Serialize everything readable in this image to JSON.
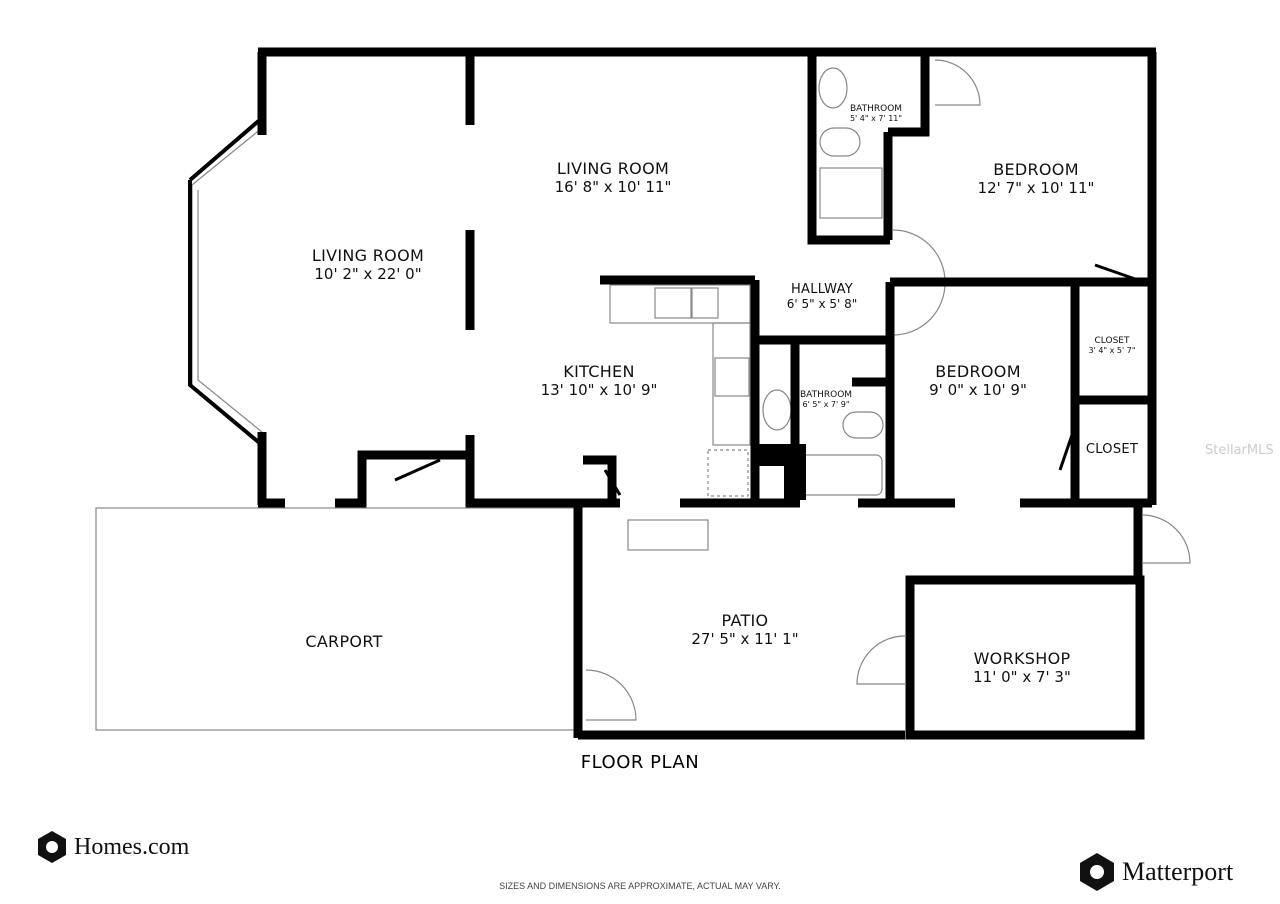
{
  "plan": {
    "title": "FLOOR PLAN",
    "disclaimer": "SIZES AND DIMENSIONS ARE APPROXIMATE, ACTUAL MAY VARY.",
    "watermark": "StellarMLS",
    "rooms": [
      {
        "name": "LIVING ROOM",
        "dims": "10' 2\" x 22' 0\""
      },
      {
        "name": "LIVING ROOM",
        "dims": "16' 8\" x 10' 11\""
      },
      {
        "name": "BATHROOM",
        "dims": "5' 4\" x 7' 11\""
      },
      {
        "name": "BEDROOM",
        "dims": "12' 7\" x 10' 11\""
      },
      {
        "name": "HALLWAY",
        "dims": "6' 5\" x 5' 8\""
      },
      {
        "name": "KITCHEN",
        "dims": "13' 10\" x 10' 9\""
      },
      {
        "name": "BATHROOM",
        "dims": "6' 5\" x 7' 9\""
      },
      {
        "name": "BEDROOM",
        "dims": "9' 0\" x 10' 9\""
      },
      {
        "name": "CLOSET",
        "dims": "3' 4\" x 5' 7\""
      },
      {
        "name": "CLOSET",
        "dims": ""
      },
      {
        "name": "CARPORT",
        "dims": ""
      },
      {
        "name": "PATIO",
        "dims": "27' 5\" x 11' 1\""
      },
      {
        "name": "WORKSHOP",
        "dims": "11' 0\" x 7' 3\""
      }
    ]
  },
  "logos": {
    "left": "Homes.com",
    "right": "Matterport"
  }
}
